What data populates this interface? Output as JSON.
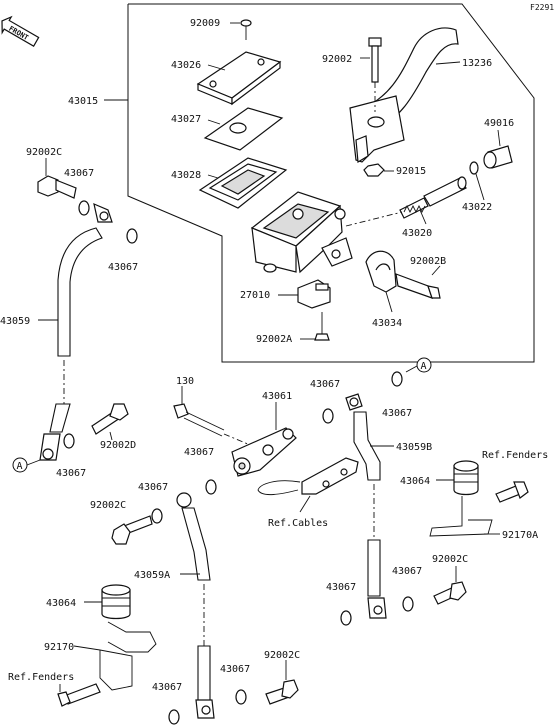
{
  "figure_id": "F2291",
  "front_badge": "FRONT",
  "parts": {
    "p92009": "92009",
    "p43026": "43026",
    "p43027": "43027",
    "p43028": "43028",
    "p43015": "43015",
    "p92002": "92002",
    "p13236": "13236",
    "p49016": "49016",
    "p92015": "92015",
    "p43022": "43022",
    "p43020": "43020",
    "p92002b": "92002B",
    "p27010": "27010",
    "p43034": "43034",
    "p92002a_top": "92002A",
    "p92002c_1": "92002C",
    "p43067_1": "43067",
    "p43067_2": "43067",
    "p43059": "43059",
    "p92002d": "92002D",
    "p43067_3": "43067",
    "p130": "130",
    "p43061": "43061",
    "p43067_4": "43067",
    "p43067_5": "43067",
    "p43059b": "43059B",
    "p43067_6": "43067",
    "p43064_r": "43064",
    "p92002c_2": "92002C",
    "p43067_7": "43067",
    "ref_cables": "Ref.Cables",
    "ref_fenders_r": "Ref.Fenders",
    "p92170a": "92170A",
    "p43059a": "43059A",
    "p92002c_3": "92002C",
    "p43067_8": "43067",
    "p43067_9": "43067",
    "p43064_l": "43064",
    "p92170": "92170",
    "ref_fenders_l": "Ref.Fenders",
    "p43067_10": "43067",
    "p43067_11": "43067",
    "p92002c_4": "92002C"
  },
  "connectors": {
    "a_left": "A",
    "a_right": "A"
  }
}
